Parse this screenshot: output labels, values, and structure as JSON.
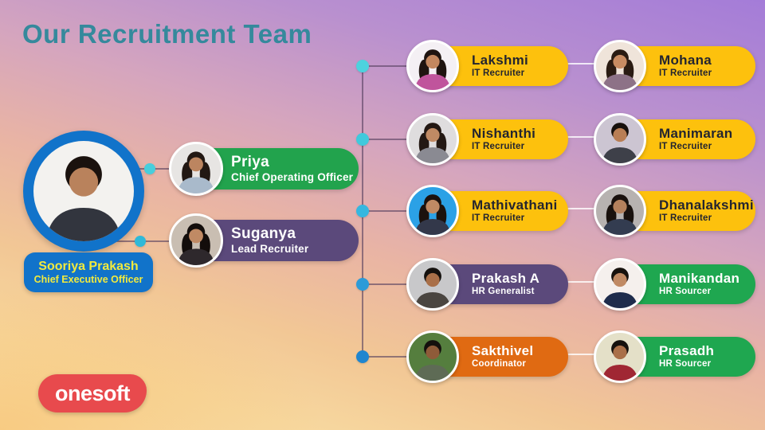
{
  "title": {
    "text": "Our Recruitment Team",
    "color": "#35899C"
  },
  "connector": {
    "line_color": "rgba(84,62,94,0.60)",
    "bridge_color": "rgba(255,255,255,0.80)"
  },
  "ceo": {
    "name": "Sooriya Prakash",
    "role": "Chief Executive Officer",
    "badge_bg": "#1173CA",
    "ring_color": "#1173CA",
    "text_color": "#F2EA3D",
    "dot_top_color": "#47CEDC",
    "dot_bottom_color": "#2FB9D8",
    "avatar": {
      "bg": "#F3F2EF",
      "skin": "#B9825C",
      "hair": "#1A120E",
      "hair_side": "none",
      "shirt": "#32353E"
    }
  },
  "executives": [
    {
      "name": "Priya",
      "role": "Chief Operating Officer",
      "badge_bg": "#22A34D",
      "text_color": "#FFFFFF",
      "avatar": {
        "bg": "#E7E5E3",
        "skin": "#BC8560",
        "hair": "#221813",
        "hair_side": "#221813",
        "shirt": "#A9BACB"
      }
    },
    {
      "name": "Suganya",
      "role": "Lead Recruiter",
      "badge_bg": "#5B497B",
      "text_color": "#FFFFFF",
      "avatar": {
        "bg": "#C9BEB2",
        "skin": "#C08A64",
        "hair": "#130D0B",
        "hair_side": "#130D0B",
        "shirt": "#2E282C"
      }
    }
  ],
  "team_rows": [
    {
      "dot_color": "#4DD2DE",
      "left": {
        "name": "Lakshmi",
        "role": "IT Recruiter",
        "badge_bg": "#FDC10D",
        "text_color": "#24252F",
        "avatar": {
          "bg": "#F4F0F4",
          "skin": "#C3875F",
          "hair": "#1F1410",
          "hair_side": "#1F1410",
          "shirt": "#C0549C"
        }
      },
      "right": {
        "name": "Mohana",
        "role": "IT Recruiter",
        "badge_bg": "#FDC10D",
        "text_color": "#24252F",
        "avatar": {
          "bg": "#EFE4DA",
          "skin": "#C78B62",
          "hair": "#2A1B12",
          "hair_side": "#2A1B12",
          "shirt": "#8D7287"
        }
      }
    },
    {
      "dot_color": "#3FC9DC",
      "left": {
        "name": "Nishanthi",
        "role": "IT Recruiter",
        "badge_bg": "#FDC10D",
        "text_color": "#24252F",
        "avatar": {
          "bg": "#DFDDDE",
          "skin": "#C08A64",
          "hair": "#231813",
          "hair_side": "#231813",
          "shirt": "#8A8A92"
        }
      },
      "right": {
        "name": "Manimaran",
        "role": "IT Recruiter",
        "badge_bg": "#FDC10D",
        "text_color": "#24252F",
        "avatar": {
          "bg": "#CCC5D2",
          "skin": "#B97E55",
          "hair": "#17100C",
          "hair_side": "none",
          "shirt": "#3E4049"
        }
      }
    },
    {
      "dot_color": "#35B7E0",
      "left": {
        "name": "Mathivathani",
        "role": "IT Recruiter",
        "badge_bg": "#FDC10D",
        "text_color": "#24252F",
        "avatar": {
          "bg": "#2BA1E6",
          "skin": "#C08A64",
          "hair": "#1B120E",
          "hair_side": "#1B120E",
          "shirt": "#33384A"
        }
      },
      "right": {
        "name": "Dhanalakshmi",
        "role": "IT Recruiter",
        "badge_bg": "#FDC10D",
        "text_color": "#24252F",
        "avatar": {
          "bg": "#B7B2B0",
          "skin": "#B5815C",
          "hair": "#19110D",
          "hair_side": "#19110D",
          "shirt": "#333C50"
        }
      }
    },
    {
      "dot_color": "#2D9BD8",
      "left": {
        "name": "Prakash A",
        "role": "HR Generalist",
        "badge_bg": "#5B497B",
        "text_color": "#FFFFFF",
        "avatar": {
          "bg": "#C8C8CA",
          "skin": "#A96F48",
          "hair": "#14100D",
          "hair_side": "none",
          "shirt": "#4A4540"
        }
      },
      "right": {
        "name": "Manikandan",
        "role": "HR Sourcer",
        "badge_bg": "#1FA750",
        "text_color": "#FFFFFF",
        "avatar": {
          "bg": "#F5F0ED",
          "skin": "#C08A64",
          "hair": "#17120E",
          "hair_side": "none",
          "shirt": "#1E2C4C"
        }
      }
    },
    {
      "dot_color": "#1F86CF",
      "left": {
        "name": "Sakthivel",
        "role": "Coordinator",
        "badge_bg": "#E06A12",
        "text_color": "#FFFFFF",
        "avatar": {
          "bg": "#557E3E",
          "skin": "#8F5B39",
          "hair": "#14100D",
          "hair_side": "none",
          "shirt": "#5E6B55"
        }
      },
      "right": {
        "name": "Prasadh",
        "role": "HR Sourcer",
        "badge_bg": "#1FA750",
        "text_color": "#FFFFFF",
        "avatar": {
          "bg": "#E4E0C8",
          "skin": "#A96F48",
          "hair": "#15110D",
          "hair_side": "none",
          "shirt": "#A02733"
        }
      }
    }
  ],
  "logo": {
    "text": "onesoft",
    "bg": "#E84A4D"
  }
}
